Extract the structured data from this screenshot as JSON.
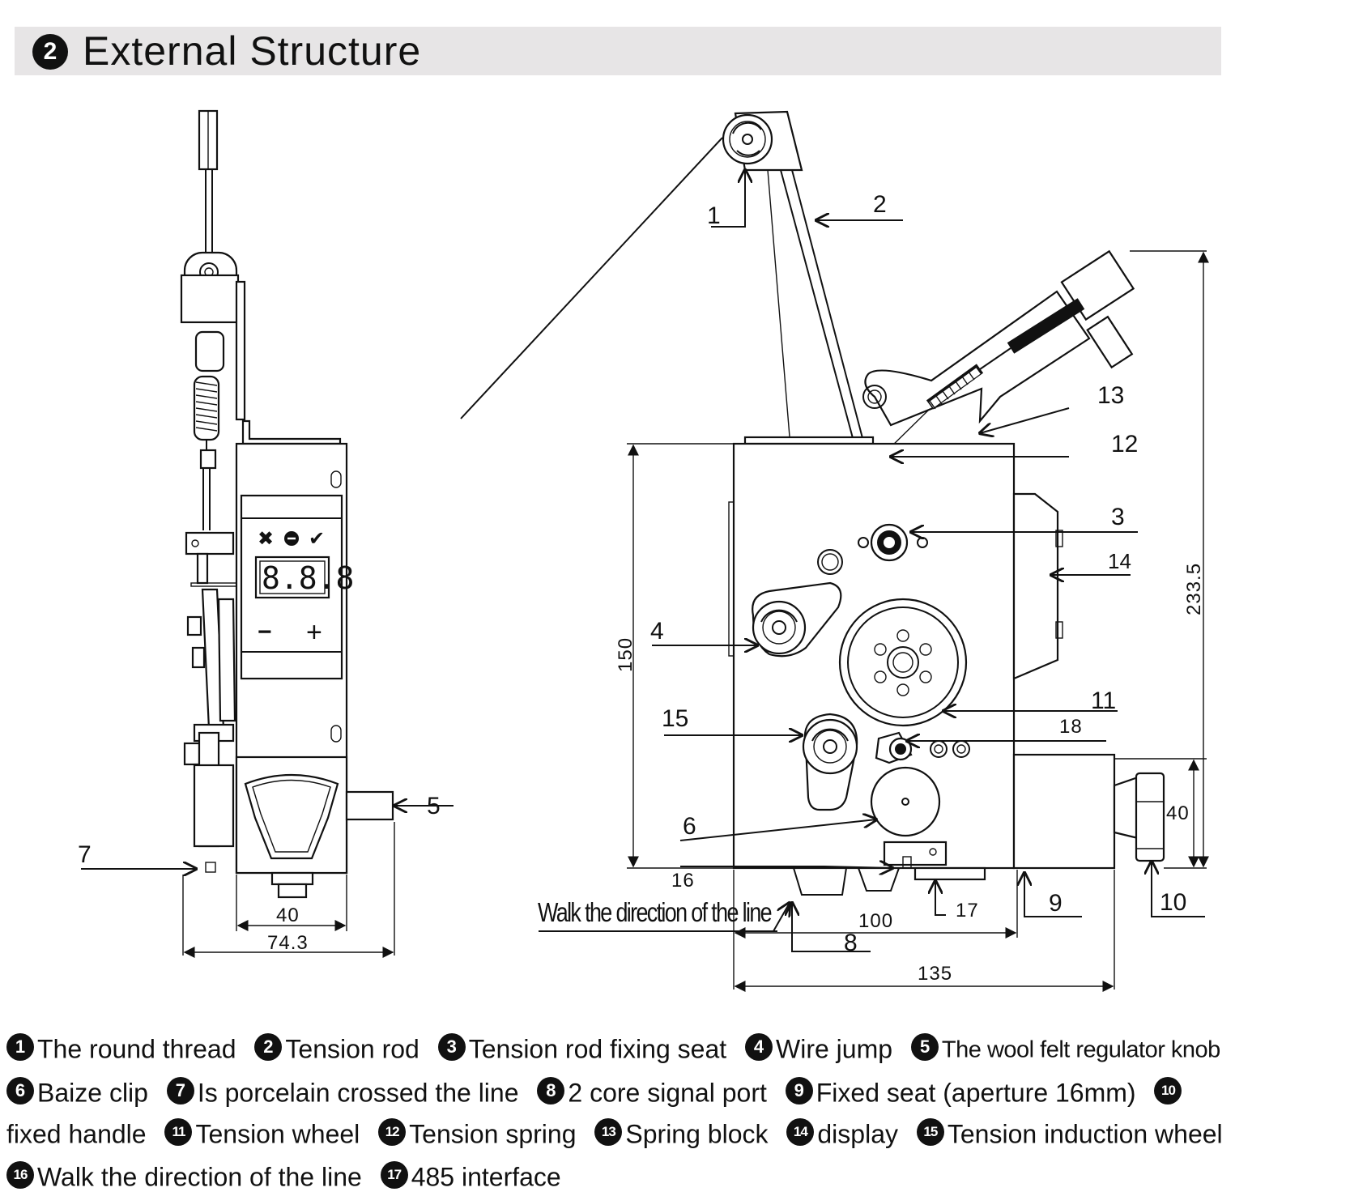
{
  "header": {
    "number": "2",
    "title": "External Structure"
  },
  "display": {
    "digits": "8.8.8",
    "minus": "−",
    "plus": "+"
  },
  "callouts": {
    "c1": "1",
    "c2": "2",
    "c3": "3",
    "c4": "4",
    "c5": "5",
    "c6": "6",
    "c7": "7",
    "c8": "8",
    "c9": "9",
    "c10": "10",
    "c11": "11",
    "c12": "12",
    "c13": "13",
    "c14": "14",
    "c15": "15",
    "c16": "16",
    "c17": "17",
    "c18": "18"
  },
  "dimensions": {
    "side_width_inner": "40",
    "side_width_total": "74.3",
    "front_height": "150",
    "front_total_height": "233.5",
    "handle_height": "40",
    "front_width_inner": "100",
    "front_width_total": "135"
  },
  "walk_label": "Walk the direction of the line",
  "legend": [
    {
      "num": "1",
      "text": "The round thread"
    },
    {
      "num": "2",
      "text": "Tension rod"
    },
    {
      "num": "3",
      "text": "Tension rod fixing seat"
    },
    {
      "num": "4",
      "text": "Wire jump"
    },
    {
      "num": "5",
      "text": "The wool felt regulator knob"
    },
    {
      "num": "6",
      "text": "Baize clip"
    },
    {
      "num": "7",
      "text": "Is porcelain crossed the line"
    },
    {
      "num": "8",
      "text": "2 core signal port"
    },
    {
      "num": "9",
      "text": "Fixed seat (aperture 16mm)"
    },
    {
      "num": "10",
      "text": "fixed handle"
    },
    {
      "num": "11",
      "text": "Tension wheel"
    },
    {
      "num": "12",
      "text": "Tension spring"
    },
    {
      "num": "13",
      "text": "Spring block"
    },
    {
      "num": "14",
      "text": "display"
    },
    {
      "num": "15",
      "text": "Tension induction wheel"
    },
    {
      "num": "16",
      "text": "Walk the direction of the line"
    },
    {
      "num": "17",
      "text": "485 interface"
    }
  ]
}
